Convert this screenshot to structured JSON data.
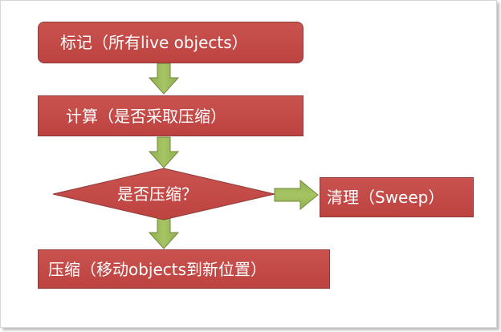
{
  "diagram": {
    "steps": {
      "mark": "标记（所有live objects）",
      "compute": "计算（是否采取压缩）",
      "decision": "是否压缩？",
      "sweep": "清理（Sweep）",
      "compact": "压缩（移动objects到新位置）"
    },
    "colors": {
      "box_fill": "#c0504d",
      "box_border": "#8c3a38",
      "box_text": "#ffffff",
      "arrow_fill": "#9bbb59",
      "arrow_border": "#71893f"
    }
  }
}
